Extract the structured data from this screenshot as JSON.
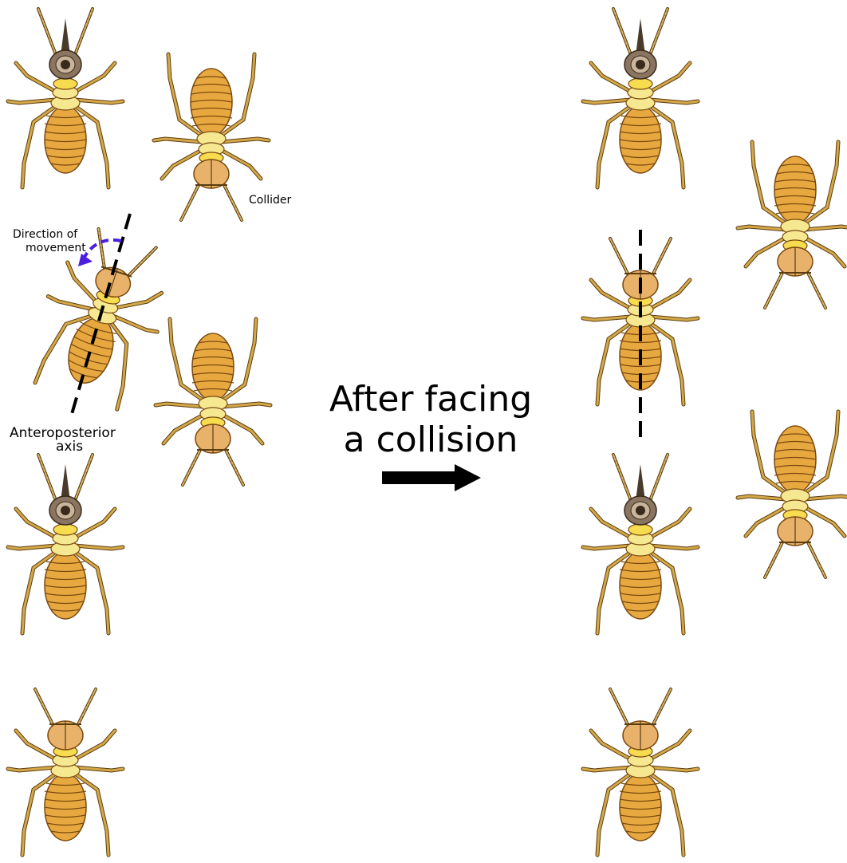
{
  "labels": {
    "collider": "Collider",
    "direction_line1": "Direction of",
    "direction_line2": "movement",
    "axis_line1": "Anteroposterior",
    "axis_line2": "axis",
    "transition_line1": "After facing",
    "transition_line2": "a collision"
  },
  "colors": {
    "abdomen": "#e8a840",
    "abdomen_stroke": "#7a4a10",
    "thorax": "#f5e890",
    "thorax_bright": "#f7dc50",
    "head_orange": "#e9b26a",
    "head_dark": "#8a7560",
    "eye": "#3a2a1c",
    "leg": "#d4a848",
    "leg_stroke": "#5a3d10",
    "direction_arrow": "#4a1ee0",
    "axis_line": "#000000",
    "big_arrow": "#000000"
  },
  "insects": [
    {
      "id": "left-1",
      "head": "dark",
      "facing": "up"
    },
    {
      "id": "left-2",
      "head": "orange",
      "facing": "down"
    },
    {
      "id": "left-3-focal",
      "head": "orange",
      "facing": "up"
    },
    {
      "id": "left-4",
      "head": "orange",
      "facing": "down"
    },
    {
      "id": "left-5",
      "head": "dark",
      "facing": "up"
    },
    {
      "id": "left-6",
      "head": "orange",
      "facing": "up"
    },
    {
      "id": "right-1",
      "head": "dark",
      "facing": "up"
    },
    {
      "id": "right-2-focal",
      "head": "orange",
      "facing": "up"
    },
    {
      "id": "right-3",
      "head": "orange",
      "facing": "down"
    },
    {
      "id": "right-4",
      "head": "dark",
      "facing": "up"
    },
    {
      "id": "right-5",
      "head": "orange",
      "facing": "down"
    },
    {
      "id": "right-6",
      "head": "orange",
      "facing": "up"
    }
  ]
}
